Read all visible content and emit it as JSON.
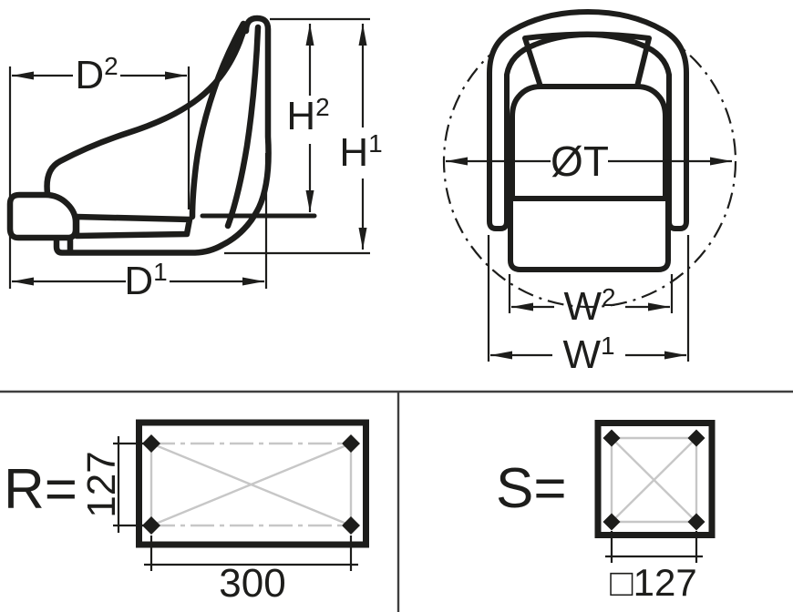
{
  "drawing_type": "technical seat drawing",
  "colors": {
    "ink": "#1d1d1b",
    "pattern_gray": "#c7c7c7",
    "divider_gray": "#3f3f3f",
    "background": "#ffffff"
  },
  "side_view": {
    "d2": {
      "base": "D",
      "sup": "2"
    },
    "h2": {
      "base": "H",
      "sup": "2"
    },
    "h1": {
      "base": "H",
      "sup": "1"
    },
    "d1": {
      "base": "D",
      "sup": "1"
    }
  },
  "front_view": {
    "diameter": "ØT",
    "w2": {
      "base": "W",
      "sup": "2"
    },
    "w1": {
      "base": "W",
      "sup": "1"
    }
  },
  "patterns": {
    "rectangle": {
      "label": "R=",
      "height": "127",
      "width": "300"
    },
    "square": {
      "label": "S=",
      "size": "□127"
    }
  }
}
